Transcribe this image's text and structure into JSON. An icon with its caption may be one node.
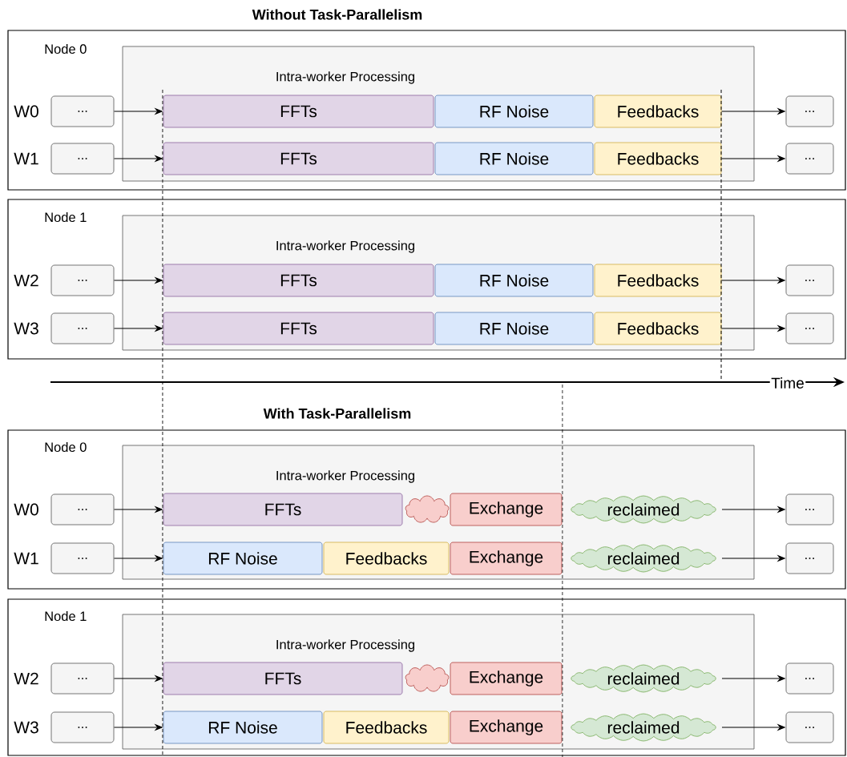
{
  "diagram": {
    "nodes": [
      {
        "text": [
          "Node 0"
        ]
      },
      {
        "text": [
          "Intra-worker Processing"
        ],
        "in": 0
      },
      {
        "text": [
          "..."
        ],
        "in": 0
      },
      {
        "text": [
          "FFTs"
        ],
        "in": 1
      },
      {
        "text": [
          "RF Noise"
        ],
        "in": 1
      },
      {
        "text": [
          "Feedbacks"
        ],
        "in": 1
      },
      {
        "text": [
          "..."
        ],
        "in": 0
      },
      {
        "text": [
          "..."
        ],
        "in": 0
      },
      {
        "text": [
          "FFTs"
        ],
        "in": 1
      },
      {
        "text": [
          "RF Noise"
        ],
        "in": 1
      },
      {
        "text": [
          "Feedbacks"
        ],
        "in": 1
      },
      {
        "text": [
          "..."
        ],
        "in": 0
      },
      {
        "text": [
          "Node 1"
        ]
      },
      {
        "text": [
          "Intra-worker Processing"
        ],
        "in": 12
      },
      {
        "text": [
          "..."
        ],
        "in": 12
      },
      {
        "text": [
          "FFTs"
        ],
        "in": 13
      },
      {
        "text": [
          "RF Noise"
        ],
        "in": 13
      },
      {
        "text": [
          "Feedbacks"
        ],
        "in": 13
      },
      {
        "text": [
          "..."
        ],
        "in": 12
      },
      {
        "text": [
          "..."
        ],
        "in": 12
      },
      {
        "text": [
          "FFTs"
        ],
        "in": 13
      },
      {
        "text": [
          "RF Noise"
        ],
        "in": 13
      },
      {
        "text": [
          "Feedbacks"
        ],
        "in": 13
      },
      {
        "text": [
          "..."
        ],
        "in": 12
      },
      {
        "text": [
          "Node 0"
        ]
      },
      {
        "text": [
          "Intra-worker Processing"
        ],
        "in": 24
      },
      {
        "text": [
          "..."
        ],
        "in": 24
      },
      {
        "text": [
          "FFTs"
        ],
        "in": 25
      },
      {
        "text": [],
        "shape": "cloud",
        "in": 25
      },
      {
        "text": [
          "Exchange"
        ],
        "in": 25
      },
      {
        "text": [
          "reclaimed"
        ],
        "in": 25
      },
      {
        "text": [
          "..."
        ],
        "in": 24
      },
      {
        "text": [
          "..."
        ],
        "in": 24
      },
      {
        "text": [
          "RF Noise"
        ],
        "in": 25
      },
      {
        "text": [
          "Feedbacks"
        ],
        "in": 25
      },
      {
        "text": [
          "Exchange"
        ],
        "in": 25
      },
      {
        "text": [
          "reclaimed"
        ],
        "in": 25
      },
      {
        "text": [
          "..."
        ],
        "in": 24
      },
      {
        "text": [
          "Node 1"
        ]
      },
      {
        "text": [
          "Intra-worker Processing"
        ],
        "in": 38
      },
      {
        "text": [
          "..."
        ],
        "in": 38
      },
      {
        "text": [
          "FFTs"
        ],
        "in": 39
      },
      {
        "text": [],
        "shape": "cloud",
        "in": 39
      },
      {
        "text": [
          "Exchange"
        ],
        "in": 39
      },
      {
        "text": [
          "reclaimed"
        ],
        "in": 39
      },
      {
        "text": [
          "..."
        ],
        "in": 38
      },
      {
        "text": [
          "..."
        ],
        "in": 38
      },
      {
        "text": [
          "RF Noise"
        ],
        "in": 39
      },
      {
        "text": [
          "Feedbacks"
        ],
        "in": 39
      },
      {
        "text": [
          "Exchange"
        ],
        "in": 39
      },
      {
        "text": [
          "reclaimed"
        ],
        "in": 39
      },
      {
        "text": [
          "..."
        ],
        "in": 38
      }
    ],
    "edges": [
      {
        "from": 2,
        "to": 3,
        "arrow": "to"
      },
      {
        "from": 5,
        "to": 6,
        "arrow": "to"
      },
      {
        "from": 7,
        "to": 8,
        "arrow": "to"
      },
      {
        "from": 10,
        "to": 11,
        "arrow": "to"
      },
      {
        "from": 14,
        "to": 15,
        "arrow": "to"
      },
      {
        "from": 17,
        "to": 18,
        "arrow": "to"
      },
      {
        "from": 19,
        "to": 20,
        "arrow": "to"
      },
      {
        "from": 22,
        "to": 23,
        "arrow": "to"
      },
      {
        "from": 26,
        "to": 27,
        "arrow": "to"
      },
      {
        "from": 30,
        "to": 31,
        "arrow": "to"
      },
      {
        "from": 32,
        "to": 33,
        "arrow": "to"
      },
      {
        "from": 36,
        "to": 37,
        "arrow": "to"
      },
      {
        "from": 40,
        "to": 41,
        "arrow": "to"
      },
      {
        "from": 44,
        "to": 45,
        "arrow": "to"
      },
      {
        "from": 46,
        "to": 47,
        "arrow": "to"
      },
      {
        "from": 50,
        "to": 51,
        "arrow": "to"
      }
    ],
    "labels": [
      "Without Task-Parallelism",
      "W0",
      "W1",
      "W2",
      "W3",
      "Time",
      "With Task-Parallelism",
      "W0",
      "W1",
      "W2",
      "W3"
    ]
  }
}
